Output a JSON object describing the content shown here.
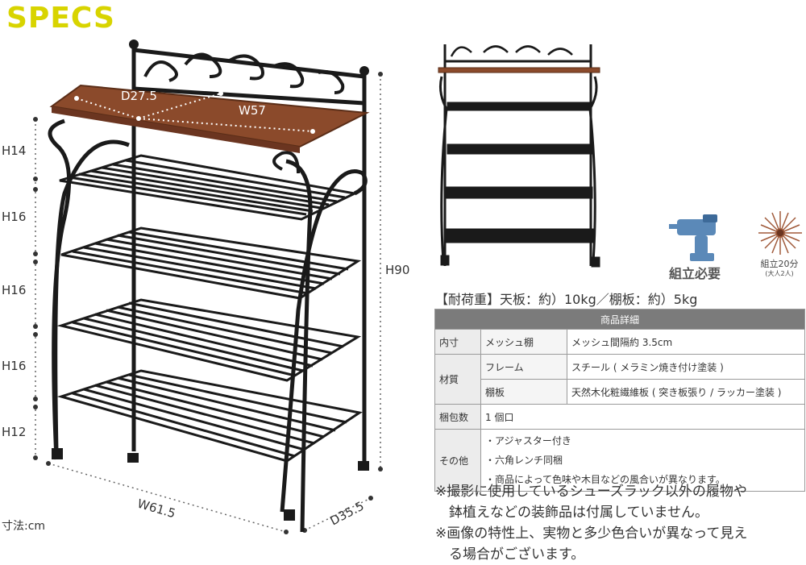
{
  "title": "SPECS",
  "dimensions": {
    "depth_top": "D27.5",
    "width_top": "W57",
    "heights": [
      "H14",
      "H16",
      "H16",
      "H16",
      "H12"
    ],
    "total_height": "H90",
    "width_bottom": "W61.5",
    "depth_bottom": "D35.5",
    "unit": "寸法:cm"
  },
  "assembly": {
    "required": "組立必要",
    "time": "組立20分",
    "persons": "(大人2人)"
  },
  "load_capacity": "【耐荷重】天板：約）10kg／棚板：約）5kg",
  "table": {
    "header": "商品詳細",
    "size_label": "内寸",
    "size_sub": "メッシュ棚",
    "size_value": "メッシュ間隔約 3.5cm",
    "material_label": "材質",
    "frame_sub": "フレーム",
    "frame_value": "スチール ( メラミン焼き付け塗装 )",
    "shelf_sub": "棚板",
    "shelf_value": "天然木化粧繊維板 ( 突き板張り / ラッカー塗装 )",
    "pack_label": "梱包数",
    "pack_value": "1 個口",
    "other_label": "その他",
    "other_items": [
      "・アジャスター付き",
      "・六角レンチ同梱",
      "・商品によって色味や木目などの風合いが異なります。"
    ]
  },
  "notes": [
    "※撮影に使用しているシューズラック以外の履物や",
    "　鉢植えなどの装飾品は付属していません。",
    "※画像の特性上、実物と多少色合いが異なって見え",
    "　る場合がございます。"
  ],
  "colors": {
    "title": "#d8d400",
    "frame": "#1a1a1a",
    "wood": "#8b4a2b",
    "table_header": "#7b7b7b"
  }
}
